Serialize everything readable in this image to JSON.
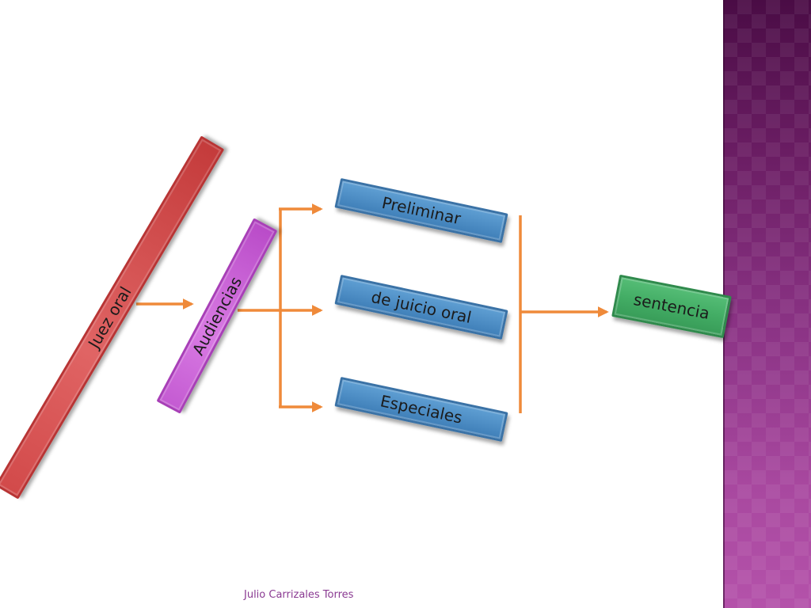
{
  "diagram": {
    "judge_label": "Juez oral",
    "hearings_label": "Audiencias",
    "hearing_types": [
      "Preliminar",
      "de juicio oral",
      "Especiales"
    ],
    "outcome_label": "sentencia"
  },
  "footer": {
    "author": "Julio Carrizales Torres"
  },
  "colors": {
    "judge": "#d24a4a",
    "hearings": "#c45bd2",
    "hearing_types": "#4f8fc6",
    "outcome": "#43ad65",
    "connector": "#ef8a3a",
    "sidebar": "#8c3486",
    "footer_text": "#8a3a92"
  }
}
